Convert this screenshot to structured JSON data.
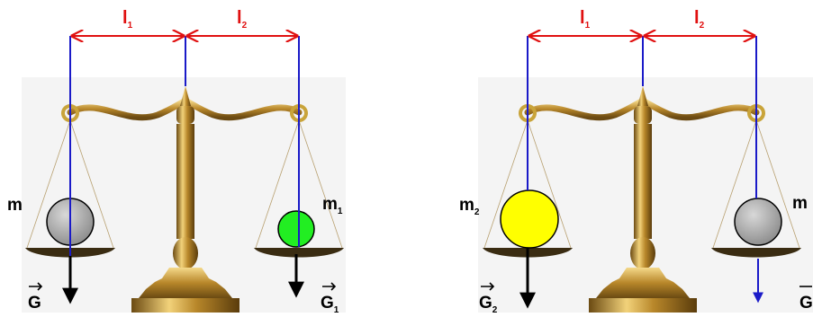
{
  "colors": {
    "dimension": "#e01010",
    "guide": "#1a1ac8",
    "force": "#000000",
    "gold": "#c9a43a",
    "ball_grey": "#9a9a9a",
    "ball_green": "#22ee22",
    "ball_yellow": "#ffff00",
    "panel_bg": "#f4f4f4"
  },
  "left_scale": {
    "arm_left_label": "l",
    "arm_left_sub": "1",
    "arm_right_label": "l",
    "arm_right_sub": "2",
    "left_mass": "m",
    "left_force": "G",
    "right_mass": "m",
    "right_mass_sub": "1",
    "right_force": "G",
    "right_force_sub": "1"
  },
  "right_scale": {
    "arm_left_label": "l",
    "arm_left_sub": "1",
    "arm_right_label": "l",
    "arm_right_sub": "2",
    "left_mass": "m",
    "left_mass_sub": "2",
    "left_force": "G",
    "left_force_sub": "2",
    "right_mass": "m",
    "right_force": "G"
  }
}
